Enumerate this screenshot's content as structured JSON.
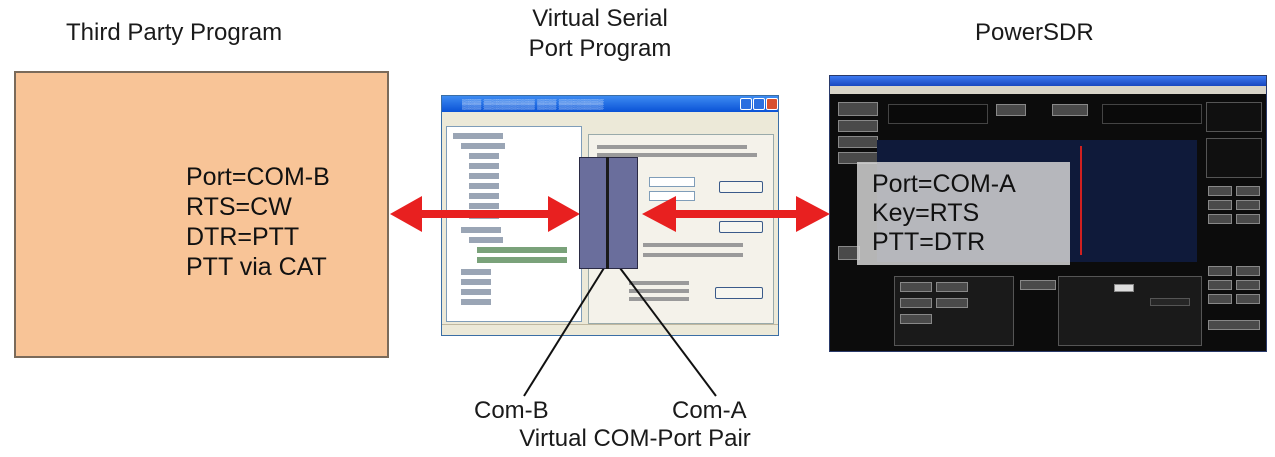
{
  "labels": {
    "third_party": "Third Party Program",
    "vsp_line1": "Virtual Serial",
    "vsp_line2": "Port Program",
    "powersdr": "PowerSDR"
  },
  "third_party_box": {
    "lines": [
      "Port=COM-B",
      "RTS=CW",
      "DTR=PTT",
      "PTT via CAT"
    ]
  },
  "powersdr_overlay": {
    "lines": [
      "Port=COM-A",
      "Key=RTS",
      "PTT=DTR"
    ]
  },
  "com_pair": {
    "left": "Com-B",
    "right": "Com-A",
    "caption": "Virtual COM-Port Pair"
  },
  "colors": {
    "third_party_fill": "#f8c497",
    "arrow": "#e82020",
    "com_pair_fill": "#6a6e9c",
    "sdr_background": "#0c0c0c"
  }
}
